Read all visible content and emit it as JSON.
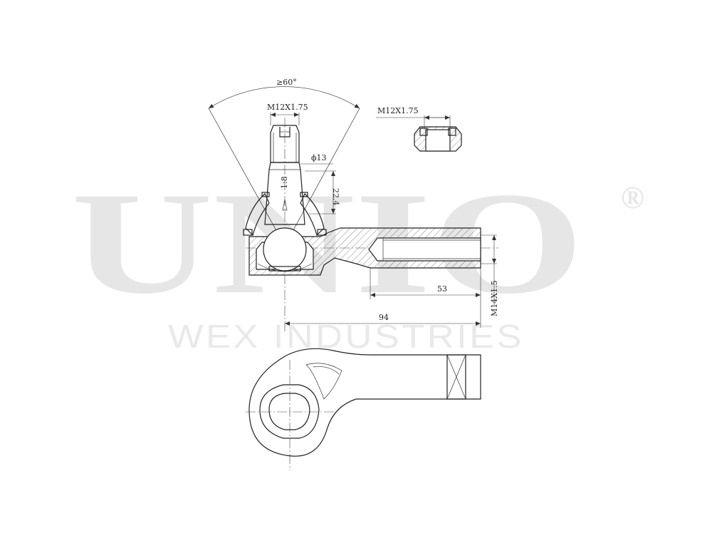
{
  "watermark": {
    "brand": "UNIO",
    "registered": "®",
    "company": "WEX INDUSTRIES"
  },
  "dimensions": {
    "cone_angle": "≥60°",
    "stud_thread": "M12X1.75",
    "nut_thread": "M12X1.75",
    "stud_diameter": "ϕ13",
    "taper": "1:8",
    "taper_length": "22.4",
    "inner_thread": "M14X1.5",
    "thread_depth": "53",
    "overall_length": "94"
  },
  "colors": {
    "line": "#222222",
    "watermark": "#e6e6e6"
  }
}
